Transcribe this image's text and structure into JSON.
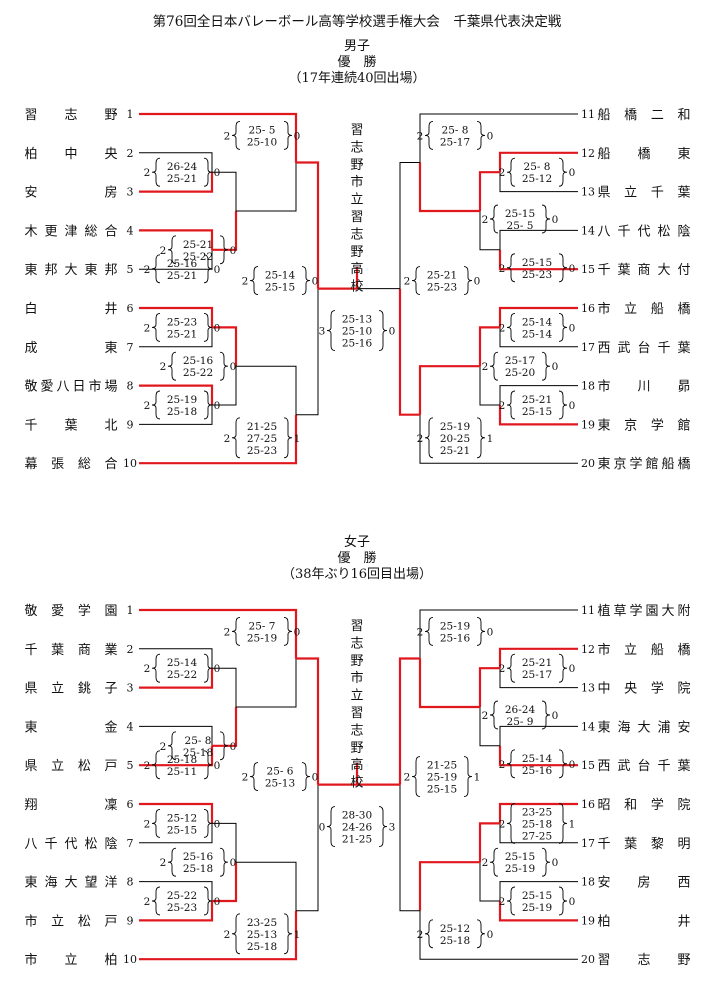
{
  "title": "第76回全日本バレーボール高等学校選手権大会　千葉県代表決定戦",
  "colors": {
    "winner_line": "#e0181e",
    "line": "#000000"
  },
  "sections": [
    {
      "gender": "男子",
      "result": "優　勝",
      "note": "（17年連続40回出場）",
      "champion": [
        "習",
        "志",
        "野",
        "市",
        "立",
        "習",
        "志",
        "野",
        "高",
        "校"
      ],
      "teams": [
        {
          "seed": "1",
          "name": "習志野"
        },
        {
          "seed": "2",
          "name": "柏中央"
        },
        {
          "seed": "3",
          "name": "安房"
        },
        {
          "seed": "4",
          "name": "木更津総合"
        },
        {
          "seed": "5",
          "name": "東邦大東邦"
        },
        {
          "seed": "6",
          "name": "白井"
        },
        {
          "seed": "7",
          "name": "成東"
        },
        {
          "seed": "8",
          "name": "敬愛八日市場"
        },
        {
          "seed": "9",
          "name": "千葉北"
        },
        {
          "seed": "10",
          "name": "幕張総合"
        },
        {
          "seed": "11",
          "name": "船橋二和"
        },
        {
          "seed": "12",
          "name": "船橋東"
        },
        {
          "seed": "13",
          "name": "県立千葉"
        },
        {
          "seed": "14",
          "name": "八千代松陰"
        },
        {
          "seed": "15",
          "name": "千葉商大付"
        },
        {
          "seed": "16",
          "name": "市立船橋"
        },
        {
          "seed": "17",
          "name": "西武台千葉"
        },
        {
          "seed": "18",
          "name": "市川昴"
        },
        {
          "seed": "19",
          "name": "東京学館"
        },
        {
          "seed": "20",
          "name": "東京学館船橋"
        }
      ],
      "matches": [
        {
          "w": "2",
          "sets": [
            "26-24",
            "25-21"
          ],
          "l": "0"
        },
        {
          "w": "2",
          "sets": [
            "25-21",
            "25-22"
          ],
          "l": "0"
        },
        {
          "w": "2",
          "sets": [
            "25-16",
            "25-21"
          ],
          "l": "0"
        },
        {
          "w": "2",
          "sets": [
            "25- 5",
            "25-10"
          ],
          "l": "0"
        },
        {
          "w": "2",
          "sets": [
            "25-23",
            "25-21"
          ],
          "l": "0"
        },
        {
          "w": "2",
          "sets": [
            "25-16",
            "25-22"
          ],
          "l": "0"
        },
        {
          "w": "2",
          "sets": [
            "25-19",
            "25-18"
          ],
          "l": "0"
        },
        {
          "w": "2",
          "sets": [
            "21-25",
            "27-25",
            "25-23"
          ],
          "l": "1"
        },
        {
          "w": "2",
          "sets": [
            "25-14",
            "25-15"
          ],
          "l": "0"
        },
        {
          "w": "3",
          "sets": [
            "25-13",
            "25-10",
            "25-16"
          ],
          "l": "0"
        },
        {
          "w": "2",
          "sets": [
            "25- 8",
            "25-17"
          ],
          "l": "0"
        },
        {
          "w": "2",
          "sets": [
            "25- 8",
            "25-12"
          ],
          "l": "0"
        },
        {
          "w": "2",
          "sets": [
            "25-15",
            "25- 5"
          ],
          "l": "0"
        },
        {
          "w": "2",
          "sets": [
            "25-15",
            "25-23"
          ],
          "l": "0"
        },
        {
          "w": "2",
          "sets": [
            "25-21",
            "25-23"
          ],
          "l": "0"
        },
        {
          "w": "2",
          "sets": [
            "25-14",
            "25-14"
          ],
          "l": "0"
        },
        {
          "w": "2",
          "sets": [
            "25-17",
            "25-20"
          ],
          "l": "0"
        },
        {
          "w": "2",
          "sets": [
            "25-21",
            "25-15"
          ],
          "l": "0"
        },
        {
          "w": "2",
          "sets": [
            "25-19",
            "20-25",
            "25-21"
          ],
          "l": "1"
        }
      ]
    },
    {
      "gender": "女子",
      "result": "優　勝",
      "note": "（38年ぶり16回目出場）",
      "champion": [
        "習",
        "志",
        "野",
        "市",
        "立",
        "習",
        "志",
        "野",
        "高",
        "校"
      ],
      "teams": [
        {
          "seed": "1",
          "name": "敬愛学園"
        },
        {
          "seed": "2",
          "name": "千葉商業"
        },
        {
          "seed": "3",
          "name": "県立銚子"
        },
        {
          "seed": "4",
          "name": "東金"
        },
        {
          "seed": "5",
          "name": "県立松戸"
        },
        {
          "seed": "6",
          "name": "翔凜"
        },
        {
          "seed": "7",
          "name": "八千代松陰"
        },
        {
          "seed": "8",
          "name": "東海大望洋"
        },
        {
          "seed": "9",
          "name": "市立松戸"
        },
        {
          "seed": "10",
          "name": "市立柏"
        },
        {
          "seed": "11",
          "name": "植草学園大附"
        },
        {
          "seed": "12",
          "name": "市立船橋"
        },
        {
          "seed": "13",
          "name": "中央学院"
        },
        {
          "seed": "14",
          "name": "東海大浦安"
        },
        {
          "seed": "15",
          "name": "西武台千葉"
        },
        {
          "seed": "16",
          "name": "昭和学院"
        },
        {
          "seed": "17",
          "name": "千葉黎明"
        },
        {
          "seed": "18",
          "name": "安房西"
        },
        {
          "seed": "19",
          "name": "柏井"
        },
        {
          "seed": "20",
          "name": "習志野"
        }
      ],
      "matches": [
        {
          "w": "2",
          "sets": [
            "25-14",
            "25-22"
          ],
          "l": "0"
        },
        {
          "w": "2",
          "sets": [
            "25- 8",
            "25-18"
          ],
          "l": "0"
        },
        {
          "w": "2",
          "sets": [
            "25-18",
            "25-11"
          ],
          "l": "0"
        },
        {
          "w": "2",
          "sets": [
            "25- 7",
            "25-19"
          ],
          "l": "0"
        },
        {
          "w": "2",
          "sets": [
            "25-12",
            "25-15"
          ],
          "l": "0"
        },
        {
          "w": "2",
          "sets": [
            "25-16",
            "25-18"
          ],
          "l": "0"
        },
        {
          "w": "2",
          "sets": [
            "25-22",
            "25-23"
          ],
          "l": "0"
        },
        {
          "w": "2",
          "sets": [
            "23-25",
            "25-13",
            "25-18"
          ],
          "l": "1"
        },
        {
          "w": "2",
          "sets": [
            "25- 6",
            "25-13"
          ],
          "l": "0"
        },
        {
          "w": "0",
          "sets": [
            "28-30",
            "24-26",
            "21-25"
          ],
          "l": "3"
        },
        {
          "w": "2",
          "sets": [
            "25-19",
            "25-16"
          ],
          "l": "0"
        },
        {
          "w": "2",
          "sets": [
            "25-21",
            "25-17"
          ],
          "l": "0"
        },
        {
          "w": "2",
          "sets": [
            "26-24",
            "25- 9"
          ],
          "l": "0"
        },
        {
          "w": "2",
          "sets": [
            "25-14",
            "25-16"
          ],
          "l": "0"
        },
        {
          "w": "2",
          "sets": [
            "21-25",
            "25-19",
            "25-15"
          ],
          "l": "1"
        },
        {
          "w": "2",
          "sets": [
            "23-25",
            "25-18",
            "27-25"
          ],
          "l": "1"
        },
        {
          "w": "2",
          "sets": [
            "25-15",
            "25-19"
          ],
          "l": "0"
        },
        {
          "w": "2",
          "sets": [
            "25-15",
            "25-19"
          ],
          "l": "0"
        },
        {
          "w": "2",
          "sets": [
            "25-12",
            "25-18"
          ],
          "l": "0"
        }
      ]
    }
  ]
}
